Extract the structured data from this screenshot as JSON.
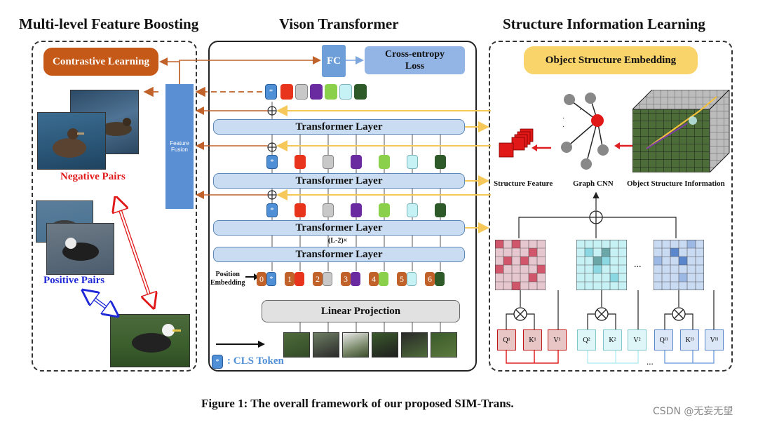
{
  "titles": {
    "left": "Multi-level Feature Boosting",
    "middle": "Vison Transformer",
    "right": "Structure Information Learning"
  },
  "left": {
    "contrastive": "Contrastive Learning",
    "feature_fusion": "Feature\nFusion",
    "negative": "Negative Pairs",
    "positive": "Positive Pairs"
  },
  "middle": {
    "fc": "FC",
    "ce_loss": "Cross-entropy\nLoss",
    "layers": [
      "Transformer Layer",
      "Transformer Layer",
      "Transformer Layer",
      "Transformer Layer"
    ],
    "repeat": "(L-2)×",
    "position": "Position\nEmbedding",
    "linear": "Linear Projection",
    "cls_legend": ": CLS Token",
    "position_ids": [
      "0",
      "1",
      "2",
      "3",
      "4",
      "5",
      "6"
    ],
    "cls_star": "*"
  },
  "right": {
    "ose": "Object Structure Embedding",
    "structure_feature": "Structure Feature",
    "graph_cnn": "Graph CNN",
    "osi": "Object Structure Information",
    "ellipsis": "...",
    "qkv": [
      [
        "Q¹",
        "K¹",
        "V¹"
      ],
      [
        "Q²",
        "K²",
        "V²"
      ],
      [
        "Qᴴ",
        "Kᴴ",
        "Vᴴ"
      ]
    ]
  },
  "colors": {
    "token_colors": [
      "#e8341c",
      "#c8c8c8",
      "#6a2aa0",
      "#8bd04a",
      "#c6f2f6",
      "#2e5a2a"
    ],
    "orange": "#c0622a",
    "yellow": "#f6d167",
    "blue": "#4f8fd6",
    "red": "#e02020"
  },
  "caption": "Figure 1: The overall framework of our proposed SIM-Trans.",
  "watermark": "CSDN @无妄无望"
}
